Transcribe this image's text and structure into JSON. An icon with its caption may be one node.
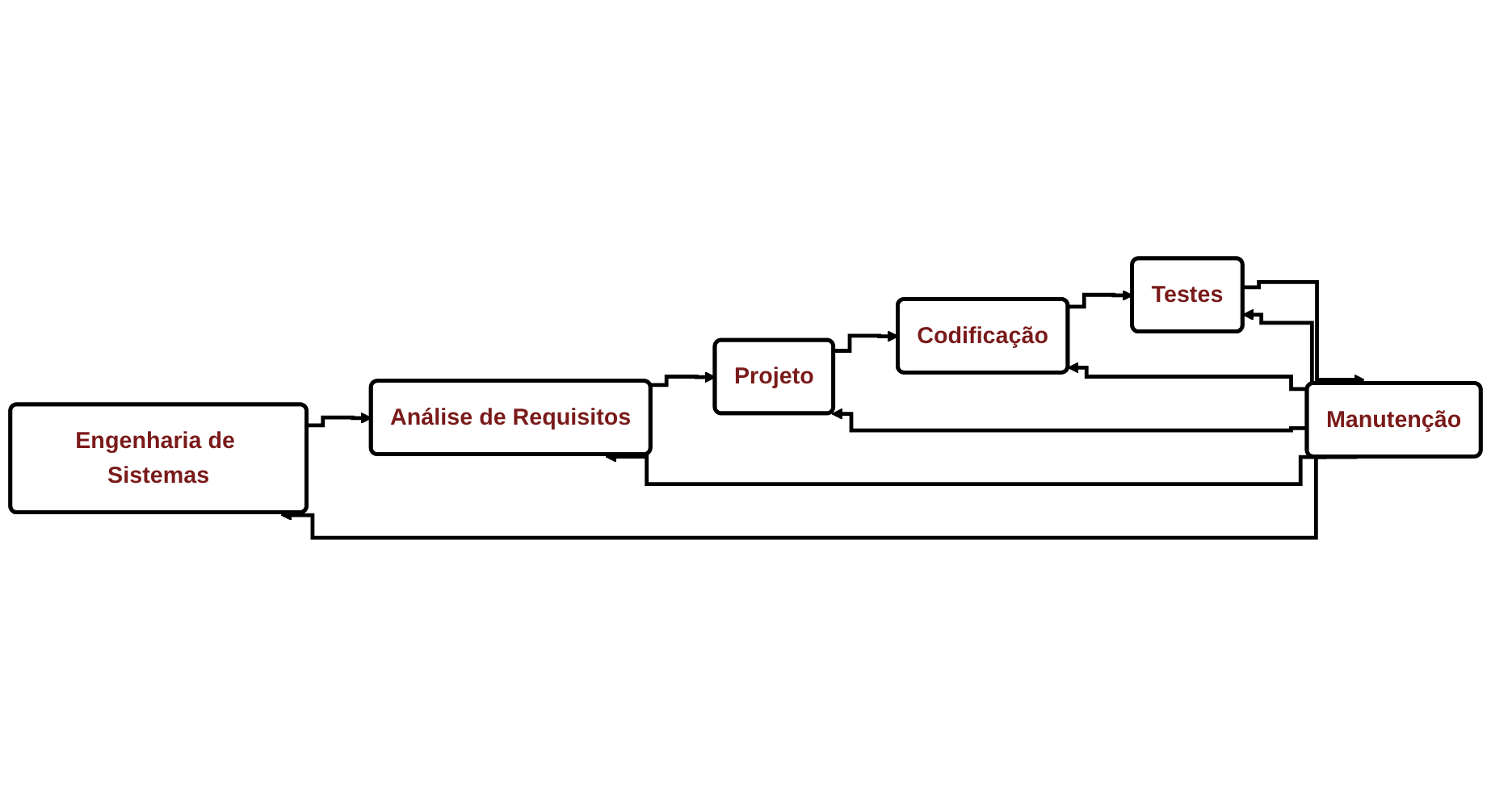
{
  "diagram": {
    "nodes": [
      {
        "text": [
          "Engenharia de Sistemas"
        ]
      },
      {
        "text": [
          "Análise de Requisitos"
        ]
      },
      {
        "text": [
          "Projeto"
        ]
      },
      {
        "text": [
          "Codificação"
        ]
      },
      {
        "text": [
          "Testes"
        ]
      },
      {
        "text": [
          "Manutenção"
        ]
      }
    ],
    "edges": [
      {
        "from": 0,
        "to": 1,
        "arrow": "to"
      },
      {
        "from": 1,
        "to": 2,
        "arrow": "to"
      },
      {
        "from": 2,
        "to": 3,
        "arrow": "to"
      },
      {
        "from": 3,
        "to": 4,
        "arrow": "to"
      },
      {
        "from": 4,
        "to": 5,
        "arrow": "to"
      },
      {
        "from": 5,
        "to": 0,
        "arrow": "to"
      },
      {
        "from": 5,
        "to": 1,
        "arrow": "to"
      },
      {
        "from": 5,
        "to": 2,
        "arrow": "to"
      },
      {
        "from": 5,
        "to": 3,
        "arrow": "to"
      },
      {
        "from": 5,
        "to": 4,
        "arrow": "to"
      }
    ]
  }
}
